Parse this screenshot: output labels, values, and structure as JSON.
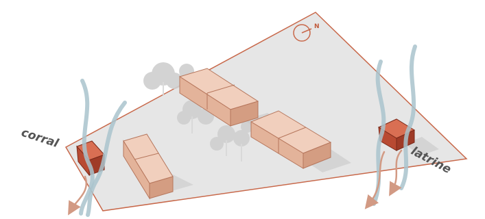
{
  "labels": {
    "corral": "corral",
    "latrine": "latrine",
    "north": "N"
  },
  "colors": {
    "site": "#e6e6e6",
    "site_outline": "#c8684a",
    "building_top": "#f1cfbd",
    "building_side": "#e3b39a",
    "building_front": "#d49d82",
    "accent_top": "#d96f53",
    "accent_side": "#b84a32",
    "accent_front": "#9f3b27",
    "wind_blue": "#a9c3cc",
    "wind_red": "#d29a84",
    "tree": "#cfcfcf"
  },
  "icons": [
    "north-arrow-icon",
    "wind-arrow-icon",
    "tree-icon"
  ]
}
